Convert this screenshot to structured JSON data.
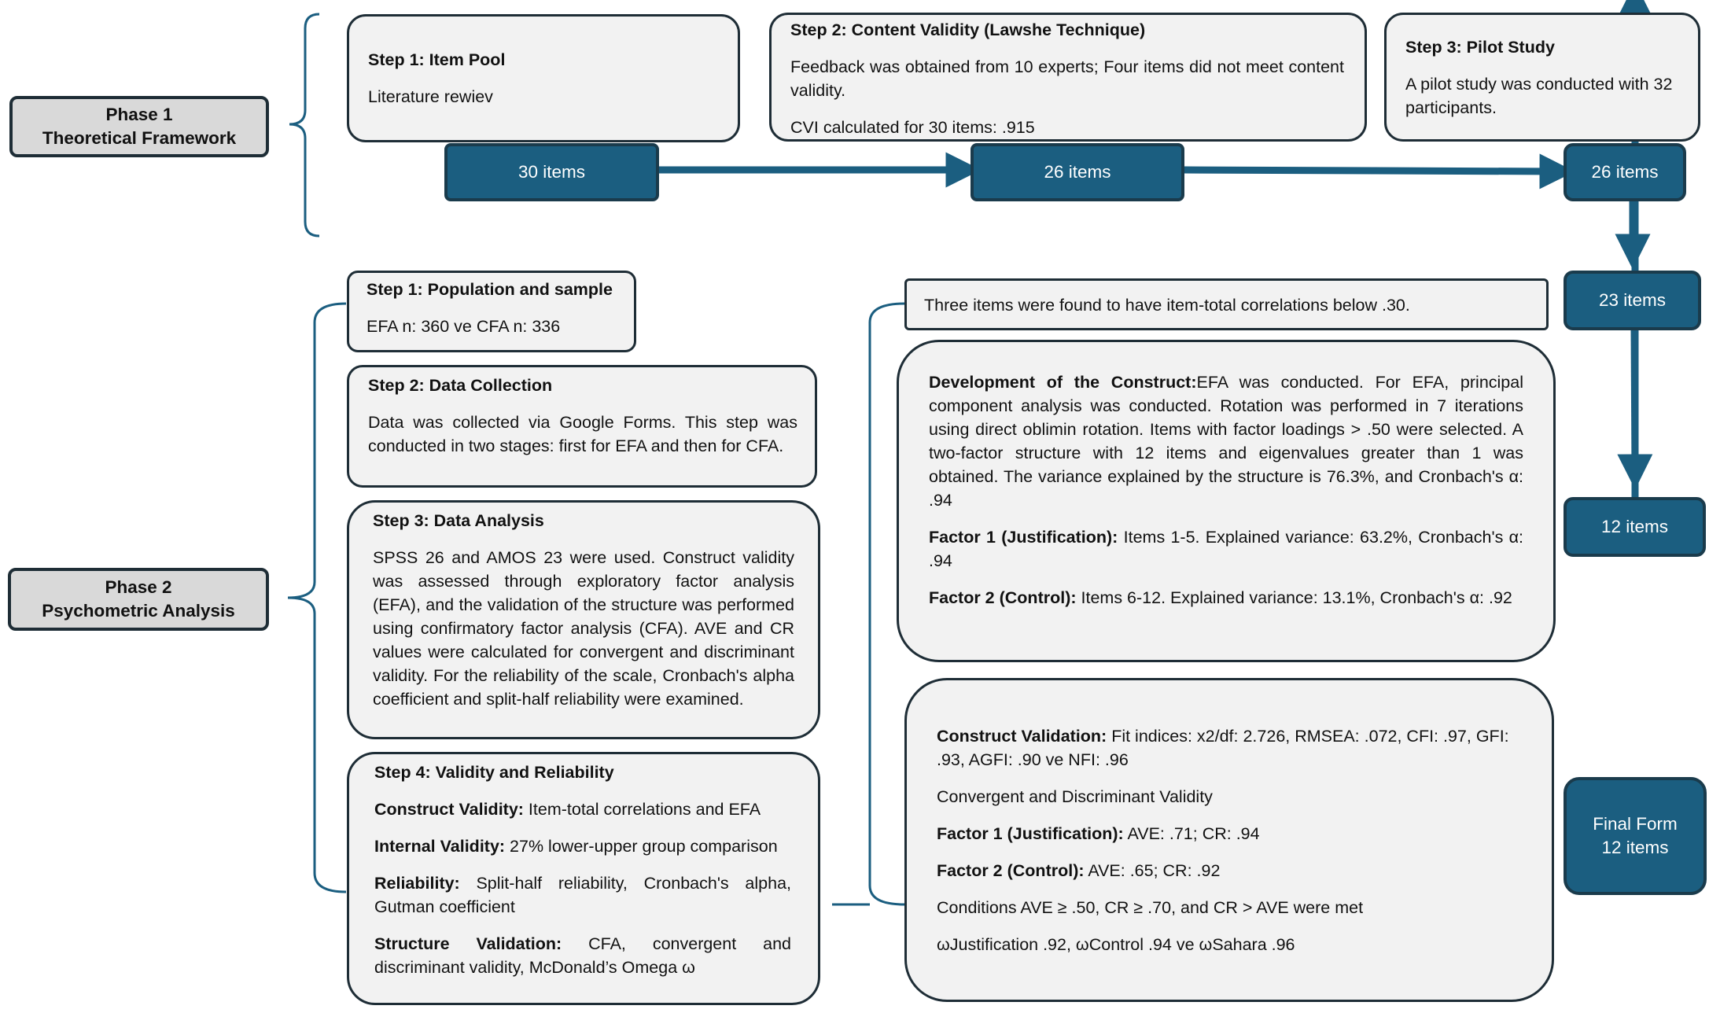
{
  "phase1": {
    "line1": "Phase 1",
    "line2": "Theoretical Framework"
  },
  "phase2": {
    "line1": "Phase  2",
    "line2": "Psychometric Analysis"
  },
  "p1_step1": {
    "title": "Step 1: Item Pool",
    "text": "Literature rewiev"
  },
  "p1_step2": {
    "title": "Step 2: Content Validity (Lawshe Technique)",
    "text1": "Feedback was obtained from 10 experts; Four items did not meet content validity.",
    "text2": "CVI calculated for 30 items: .915"
  },
  "p1_step3": {
    "title": "Step 3: Pilot Study",
    "text": "A pilot study was conducted with 32 participants."
  },
  "counts": {
    "c30": "30 items",
    "c26a": "26 items",
    "c26b": "26 items",
    "c23": "23 items",
    "c12": "12 items",
    "final_line1": "Final Form",
    "final_line2": "12 items"
  },
  "p2_step1": {
    "title": "Step 1: Population and sample",
    "text": "EFA n: 360 ve CFA n: 336"
  },
  "p2_step2": {
    "title": "Step 2: Data Collection",
    "text": "Data was collected via Google Forms. This step was conducted in two stages: first for EFA and then for CFA."
  },
  "p2_step3": {
    "title": "Step 3: Data Analysis",
    "text": "SPSS 26 and AMOS 23 were used. Construct validity was assessed through exploratory factor analysis (EFA), and the validation of the structure was performed using confirmatory factor analysis (CFA). AVE and CR values were calculated for convergent and discriminant validity. For the reliability of the scale, Cronbach's alpha coefficient and split-half reliability were examined."
  },
  "p2_step4": {
    "title": "Step 4: Validity and Reliability",
    "cv_label": "Construct Validity:",
    "cv_text": " Item-total correlations and EFA",
    "iv_label": "Internal Validity:",
    "iv_text": " 27% lower-upper group comparison",
    "rel_label": "Reliability:",
    "rel_text": " Split-half reliability, Cronbach's alpha, Gutman coefficient",
    "sv_label": "Structure Validation:",
    "sv_text": " CFA, convergent and discriminant validity, McDonald’s Omega ω"
  },
  "item_total": {
    "text": "Three items were found to have item-total correlations below .30."
  },
  "construct_dev": {
    "label": "Development of the Construct:",
    "text": "EFA was conducted. For EFA, principal component analysis was conducted. Rotation was performed in 7 iterations using direct oblimin rotation. Items with factor loadings > .50 were selected. A two-factor structure with 12 items and eigenvalues greater than 1 was obtained. The variance explained by the structure is 76.3%, and Cronbach's α: .94",
    "f1_label": "Factor 1 (Justification):",
    "f1_text": " Items 1-5. Explained variance: 63.2%, Cronbach's α: .94",
    "f2_label": "Factor 2 (Control):",
    "f2_text": " Items 6-12. Explained variance: 13.1%, Cronbach's α: .92"
  },
  "construct_val": {
    "label": "Construct Validation:",
    "text": " Fit indices: x2/df: 2.726, RMSEA: .072, CFI: .97, GFI: .93, AGFI: .90 ve NFI: .96",
    "cdv": "Convergent and Discriminant Validity",
    "f1_label": "Factor 1 (Justification):",
    "f1_text": " AVE: .71; CR: .94",
    "f2_label": "Factor 2 (Control):",
    "f2_text": " AVE: .65; CR: .92",
    "conditions": "Conditions AVE ≥ .50, CR ≥ .70, and CR > AVE were met",
    "omega": "ωJustification .92, ωControl .94 ve ωSahara .96"
  },
  "colors": {
    "box_fill": "#f2f2f2",
    "count_fill": "#1b5e80",
    "outline": "#1e2d36",
    "phase_fill": "#d9d9d9"
  }
}
